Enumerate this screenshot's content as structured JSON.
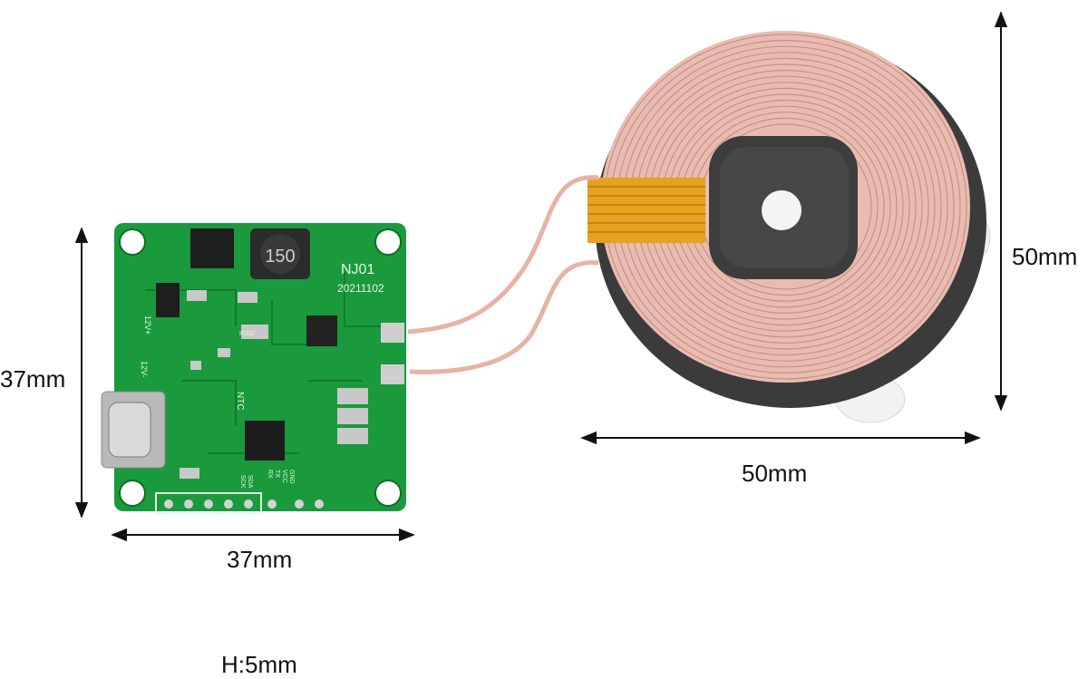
{
  "board": {
    "model": "NJ01",
    "date": "20211102",
    "inductor": "150",
    "labels": [
      "12V+",
      "12V-",
      "NTC",
      "R050",
      "RX",
      "TX",
      "VCC",
      "GND",
      "SCK",
      "SDA"
    ]
  },
  "dimensions": {
    "board_width": "37mm",
    "board_height": "37mm",
    "coil_width": "50mm",
    "coil_height": "50mm",
    "thickness": "H:5mm"
  },
  "colors": {
    "pcb": "#1a9a3c",
    "coil_wire": "#e8b9ae",
    "coil_backing": "#3a3a3a",
    "kapton_tape": "#e6a31c",
    "background": "#ffffff"
  }
}
